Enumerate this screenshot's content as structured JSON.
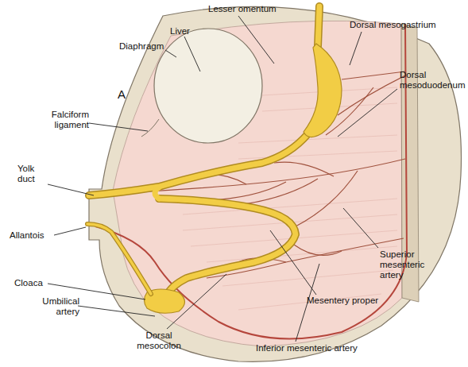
{
  "diagram": {
    "labels": [
      "Lesser omentum",
      "Liver",
      "Dorsal mesogastrium",
      "Diaphragm",
      "Dorsal mesoduodenum",
      "A",
      "Falciform ligament",
      "Yolk duct",
      "Allantois",
      "Cloaca",
      "Superior mesenteric artery",
      "Umbilical artery",
      "Mesentery proper",
      "Dorsal mesocolon",
      "Inferior mesenteric artery"
    ]
  }
}
